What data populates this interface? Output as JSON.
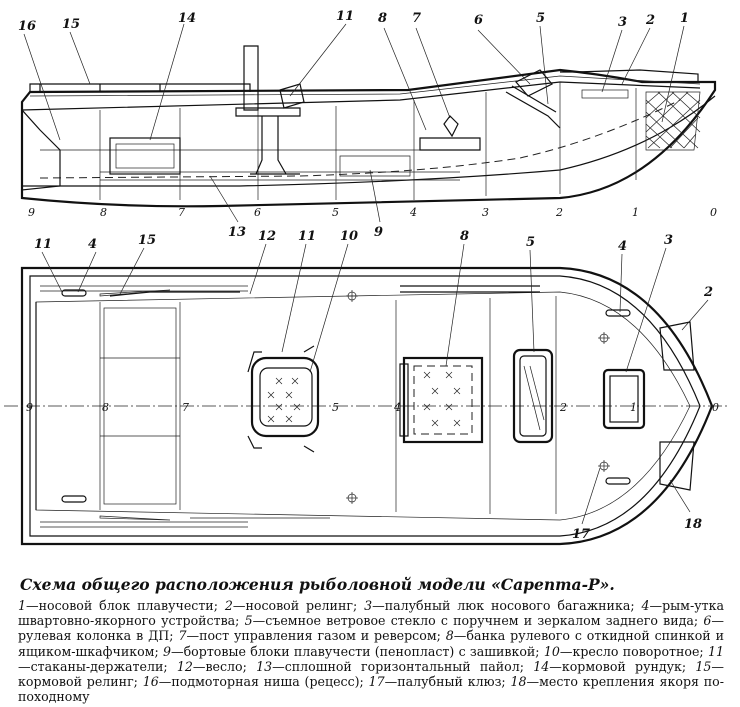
{
  "side_view": {
    "callouts": [
      "1",
      "2",
      "3",
      "5",
      "6",
      "7",
      "8",
      "11",
      "14",
      "15",
      "16"
    ],
    "bottom_callouts": [
      "13",
      "9"
    ],
    "stations": [
      "9",
      "8",
      "7",
      "6",
      "5",
      "4",
      "3",
      "2",
      "1",
      "0"
    ]
  },
  "plan_view": {
    "callouts": [
      "11",
      "4",
      "15",
      "12",
      "11",
      "10",
      "8",
      "5",
      "4",
      "3",
      "2"
    ],
    "bottom_callouts": [
      "17",
      "18"
    ],
    "stations": [
      "9",
      "8",
      "7",
      "5",
      "4",
      "2",
      "1",
      "0"
    ]
  },
  "caption": {
    "title": "Схема общего расположения рыболовной модели «Сарепта-Р».",
    "items": [
      {
        "n": "1",
        "text": "носовой блок плавучести;"
      },
      {
        "n": "2",
        "text": "носовой релинг;"
      },
      {
        "n": "3",
        "text": "палубный люк носового багажника;"
      },
      {
        "n": "4",
        "text": "рым-утка швартовно-якорного устройства;"
      },
      {
        "n": "5",
        "text": "съемное ветровое стекло с поручнем и зеркалом заднего вида;"
      },
      {
        "n": "6",
        "text": "рулевая колонка в ДП;"
      },
      {
        "n": "7",
        "text": "пост управления газом и реверсом;"
      },
      {
        "n": "8",
        "text": "банка рулевого с откидной спинкой и ящиком-шкафчиком;"
      },
      {
        "n": "9",
        "text": "бортовые блоки плавучести (пенопласт) с зашивкой;"
      },
      {
        "n": "10",
        "text": "кресло поворотное;"
      },
      {
        "n": "11",
        "text": "стаканы-держатели;"
      },
      {
        "n": "12",
        "text": "весло;"
      },
      {
        "n": "13",
        "text": "сплошной горизонтальный пайол;"
      },
      {
        "n": "14",
        "text": "кормовой рундук;"
      },
      {
        "n": "15",
        "text": "кормовой релинг;"
      },
      {
        "n": "16",
        "text": "подмоторная ниша (рецесс);"
      },
      {
        "n": "17",
        "text": "палубный клюз;"
      },
      {
        "n": "18",
        "text": "место крепления якоря по-походному"
      }
    ]
  }
}
